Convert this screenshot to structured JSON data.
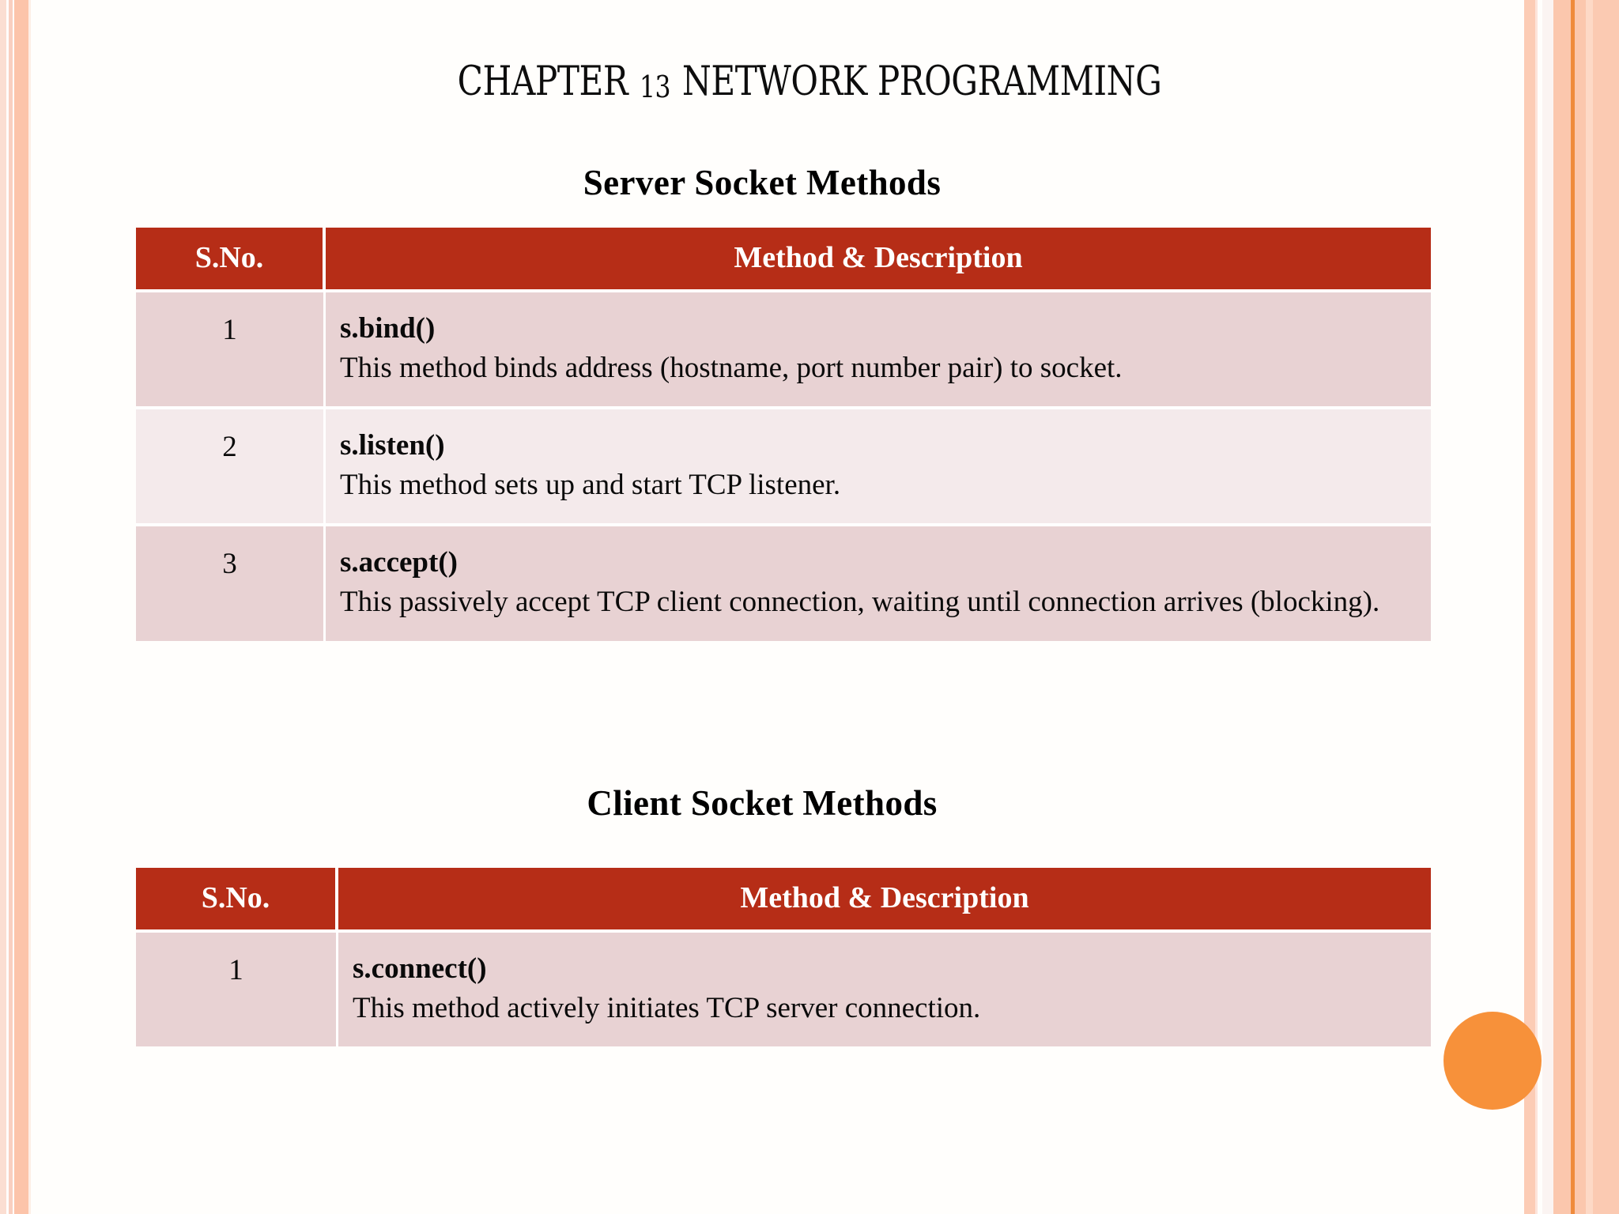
{
  "slide": {
    "title_prefix": "CHAPTER",
    "title_number": "13",
    "title_suffix": "NETWORK PROGRAMMING"
  },
  "sections": {
    "server": {
      "heading": "Server Socket Methods",
      "table": {
        "headers": [
          "S.No.",
          "Method & Description"
        ],
        "rows": [
          {
            "sno": "1",
            "method": "s.bind()",
            "description": "This method binds address (hostname, port number pair) to socket."
          },
          {
            "sno": "2",
            "method": "s.listen()",
            "description": "This method sets up and start TCP listener."
          },
          {
            "sno": "3",
            "method": "s.accept()",
            "description": "This passively accept TCP client connection, waiting until connection arrives (blocking)."
          }
        ]
      }
    },
    "client": {
      "heading": "Client Socket Methods",
      "table": {
        "headers": [
          "S.No.",
          "Method & Description"
        ],
        "rows": [
          {
            "sno": "1",
            "method": "s.connect()",
            "description": "This method actively initiates TCP server connection."
          }
        ]
      }
    }
  },
  "decor": {
    "accent_circle_color": "#f7913a",
    "table_header_color": "#b62d17",
    "row_odd_color": "#e8d2d3",
    "row_even_color": "#f4eaeb",
    "border_stripe_color": "#fbc7ad",
    "border_accent_line_color": "#ef8b3c"
  }
}
